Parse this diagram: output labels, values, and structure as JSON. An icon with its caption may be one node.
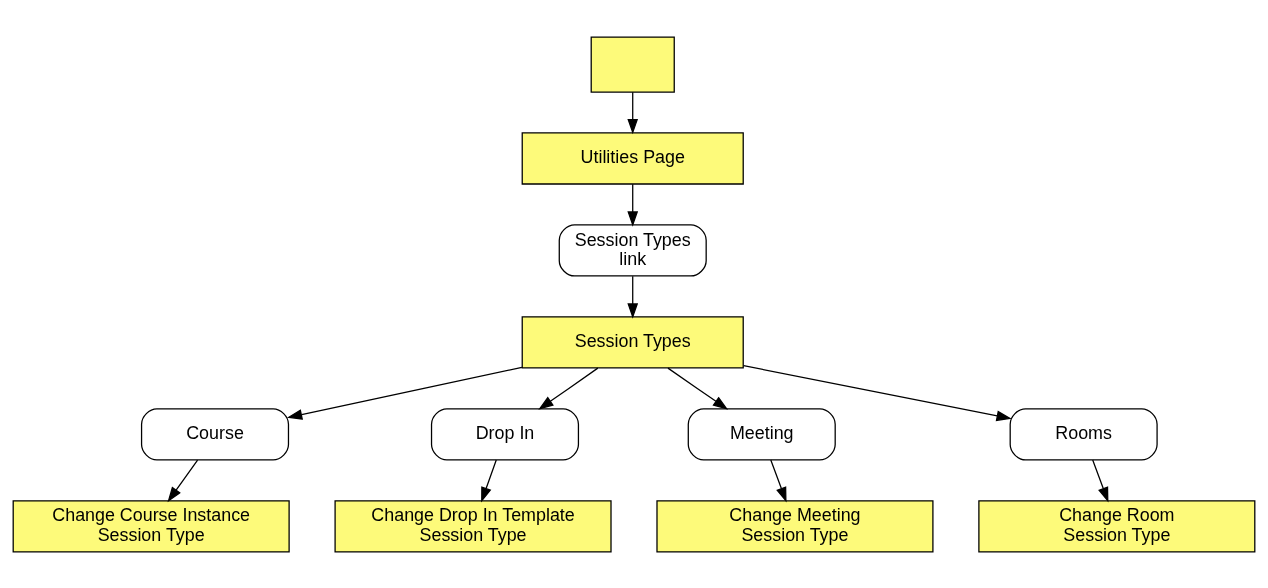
{
  "diagram": {
    "nodes": [
      {
        "text": [],
        "shape": "box"
      },
      {
        "text": [
          "Utilities Page"
        ]
      },
      {
        "text": [
          "Session Types link"
        ]
      },
      {
        "text": [
          "Session Types"
        ]
      },
      {
        "text": [
          "Course"
        ]
      },
      {
        "text": [
          "Drop In"
        ]
      },
      {
        "text": [
          "Meeting"
        ]
      },
      {
        "text": [
          "Rooms"
        ]
      },
      {
        "text": [
          "Change Course Instance Session Type"
        ]
      },
      {
        "text": [
          "Change Drop In Template Session Type"
        ]
      },
      {
        "text": [
          "Change Meeting Session Type"
        ]
      },
      {
        "text": [
          "Change Room Session Type"
        ]
      }
    ],
    "edges": [
      {
        "from": 0,
        "to": 1,
        "arrow": "to"
      },
      {
        "from": 1,
        "to": 2,
        "arrow": "to"
      },
      {
        "from": 2,
        "to": 3,
        "arrow": "to"
      },
      {
        "from": 3,
        "to": 4,
        "arrow": "to"
      },
      {
        "from": 3,
        "to": 5,
        "arrow": "to"
      },
      {
        "from": 3,
        "to": 6,
        "arrow": "to"
      },
      {
        "from": 3,
        "to": 7,
        "arrow": "to"
      },
      {
        "from": 4,
        "to": 8,
        "arrow": "to"
      },
      {
        "from": 5,
        "to": 9,
        "arrow": "to"
      },
      {
        "from": 6,
        "to": 10,
        "arrow": "to"
      },
      {
        "from": 7,
        "to": 11,
        "arrow": "to"
      }
    ]
  }
}
